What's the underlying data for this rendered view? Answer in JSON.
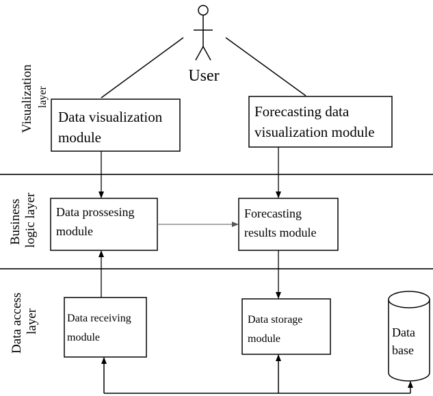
{
  "actor": {
    "label": "User"
  },
  "layers": [
    {
      "id": "visualization",
      "label_lines": [
        "Visualization",
        "layer"
      ]
    },
    {
      "id": "business",
      "label_lines": [
        "Business",
        "logic layer"
      ]
    },
    {
      "id": "data_access",
      "label_lines": [
        "Data access",
        "layer"
      ]
    }
  ],
  "modules": {
    "data_visualization": {
      "lines": [
        "Data visualization",
        "module"
      ]
    },
    "forecasting_visualization": {
      "lines": [
        "Forecasting data",
        "visualization module"
      ]
    },
    "data_processing": {
      "lines": [
        "Data prossesing",
        "module"
      ]
    },
    "forecasting_results": {
      "lines": [
        "Forecasting",
        "results module"
      ]
    },
    "data_receiving": {
      "lines": [
        "Data receiving",
        "module"
      ]
    },
    "data_storage": {
      "lines": [
        "Data storage",
        "module"
      ]
    }
  },
  "database": {
    "lines": [
      "Data",
      "base"
    ]
  }
}
